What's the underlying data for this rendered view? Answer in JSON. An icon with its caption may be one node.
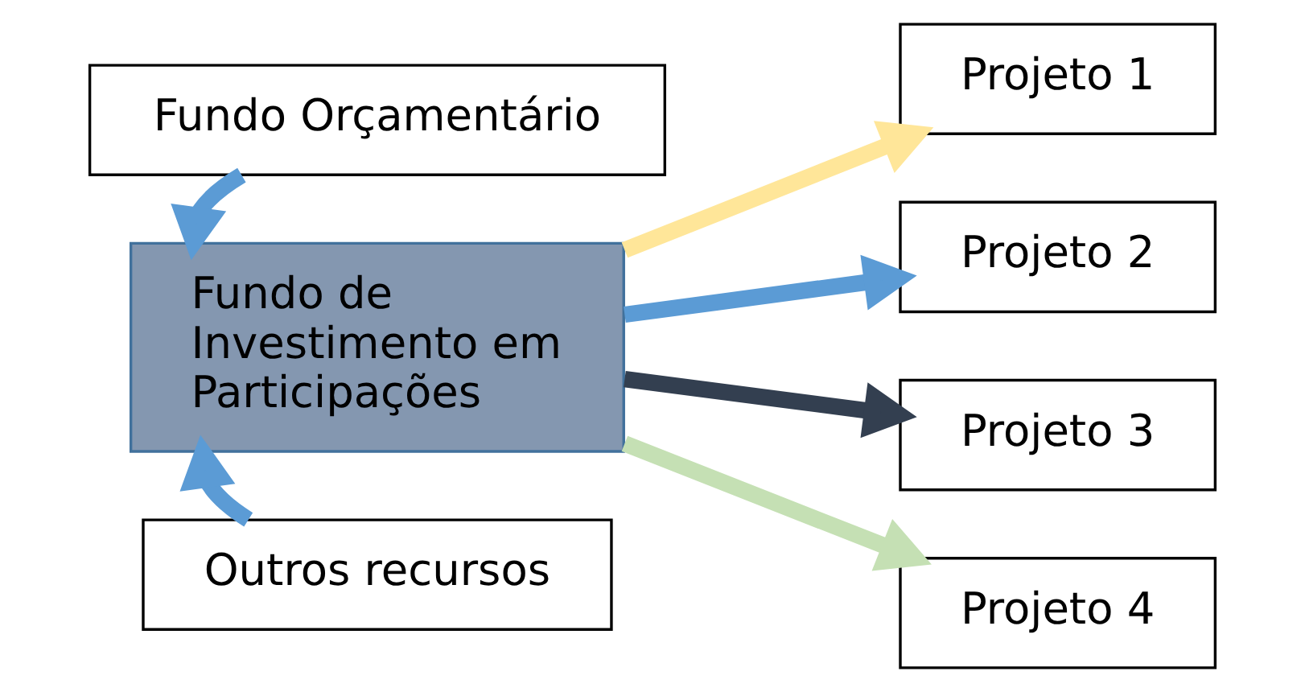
{
  "diagram": {
    "nodes": [
      {
        "text": [
          "Fundo Orçamentário"
        ]
      },
      {
        "text": [
          "Fundo de Investimento em Participações"
        ]
      },
      {
        "text": [
          "Outros recursos"
        ]
      },
      {
        "text": [
          "Projeto 1"
        ]
      },
      {
        "text": [
          "Projeto 2"
        ]
      },
      {
        "text": [
          "Projeto 3"
        ]
      },
      {
        "text": [
          "Projeto 4"
        ]
      }
    ],
    "edges": [
      {
        "from": 0,
        "to": 1,
        "arrow": "to"
      },
      {
        "from": 2,
        "to": 1,
        "arrow": "to"
      },
      {
        "from": 1,
        "to": 3,
        "arrow": "to",
        "color": "#ffe699"
      },
      {
        "from": 1,
        "to": 4,
        "arrow": "to"
      },
      {
        "from": 1,
        "to": 5,
        "arrow": "to",
        "color": "#333f50"
      },
      {
        "from": 1,
        "to": 6,
        "arrow": "to",
        "color": "#c5e0b4"
      }
    ]
  }
}
